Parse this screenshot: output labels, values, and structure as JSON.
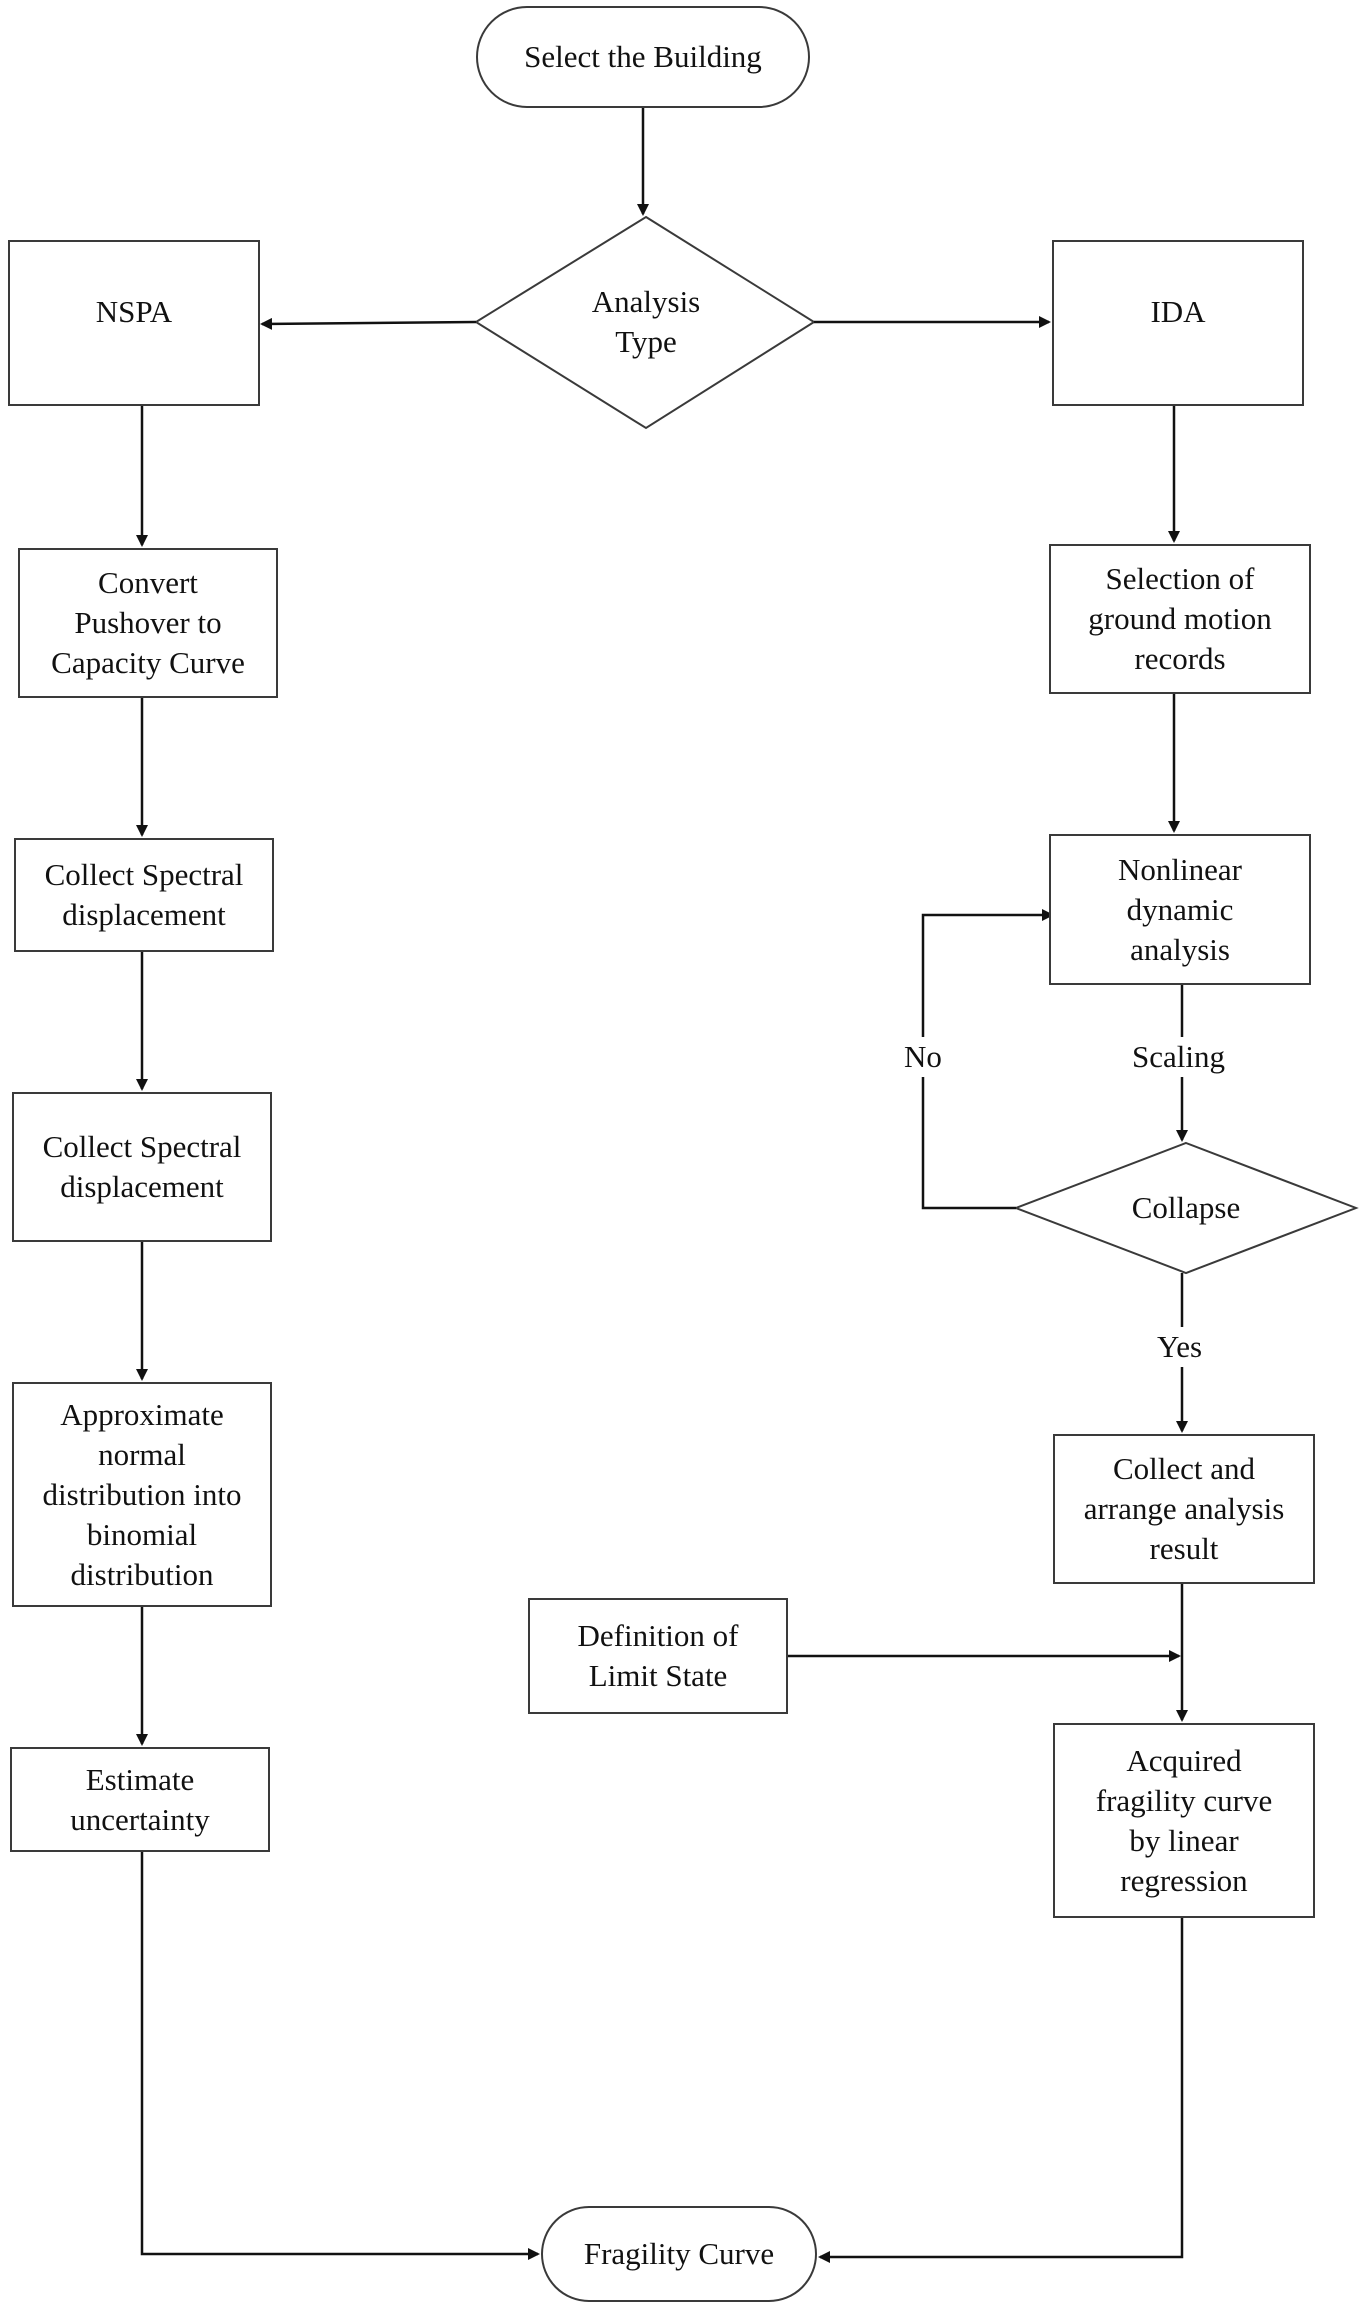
{
  "nodes": {
    "start": "Select the Building",
    "analysis_type": "Analysis\nType",
    "nspa": "NSPA",
    "ida": "IDA",
    "convert": "Convert\nPushover to\nCapacity Curve",
    "collect_spectral_1": "Collect Spectral\ndisplacement",
    "collect_spectral_2": "Collect Spectral\ndisplacement",
    "approximate": "Approximate\nnormal\ndistribution into\nbinomial\ndistribution",
    "estimate": "Estimate\nuncertainty",
    "selection": "Selection of\nground motion\nrecords",
    "nonlinear": "Nonlinear\ndynamic\nanalysis",
    "collapse": "Collapse",
    "collect_arrange": "Collect and\narrange analysis\nresult",
    "limit_state": "Definition of\nLimit State",
    "acquired": "Acquired\nfragility curve\nby linear\nregression",
    "fragility": "Fragility Curve"
  },
  "edge_labels": {
    "no": "No",
    "scaling": "Scaling",
    "yes": "Yes"
  },
  "colors": {
    "stroke": "#3a3a3a",
    "text": "#111111",
    "background": "#ffffff"
  }
}
